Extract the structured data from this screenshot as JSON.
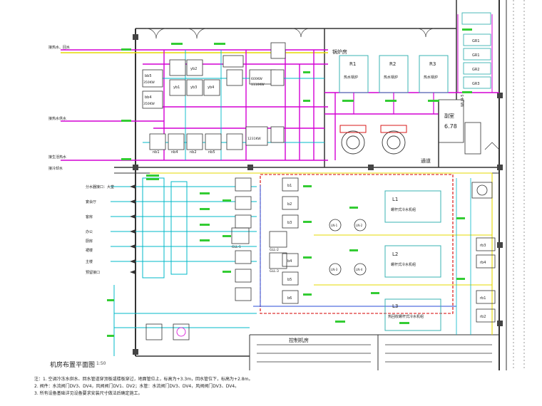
{
  "drawing": {
    "title": "机房布置平面图",
    "scale": "1:50",
    "notes": [
      "注：1. 空调冷冻水供水、回水管道穿顶板或楼板穿过，地面管位上，标高为+3.3m，回水管位下，标高为+2.8m。",
      "2. 阀件：水流阀门DV3、DV4，风阀阀门DV1、DV2；水管：水流阀门DV3、DV4，风阀阀门DV3、DV4。",
      "3. 所有设备基础详见设备要求安装尺寸做法后确定施工。"
    ]
  },
  "rooms": {
    "boiler_room": "锅炉房",
    "control_room": "控制机房",
    "side_room": "副室",
    "side_room_value": "6.78",
    "corridor": "通道"
  },
  "equipment": {
    "boilers": [
      {
        "id": "R1",
        "desc": "热水锅炉"
      },
      {
        "id": "R2",
        "desc": "热水锅炉"
      },
      {
        "id": "R3",
        "desc": "热水锅炉"
      }
    ],
    "chillers": [
      {
        "id": "L1",
        "desc": "螺杆式冷水机组"
      },
      {
        "id": "L2",
        "desc": "螺杆式冷水机组"
      },
      {
        "id": "L3",
        "desc": "热回收螺杆式冷水机组"
      }
    ],
    "pumps_b": [
      "b1",
      "b2",
      "b3",
      "b4",
      "b5",
      "b6"
    ],
    "pumps_rb": [
      "rb3",
      "rb4",
      "rb1",
      "rb2"
    ],
    "gr_units": [
      "GR1",
      "GR1",
      "GR2",
      "GR3"
    ],
    "small_units": [
      "bb5",
      "bb4",
      "yb1",
      "yb2",
      "yb3",
      "yb4",
      "nb1",
      "nb4",
      "nb2",
      "nb5"
    ],
    "power_labels": [
      "350KW",
      "350KW",
      "600KW",
      "1110KW",
      "1231KW"
    ],
    "tank_labels": [
      "GLL-1",
      "GLL-2",
      "GLL-3"
    ],
    "circle_labels": [
      "LN-1",
      "LN-2",
      "LN-3",
      "LN-4"
    ],
    "top_right_unit": "WLJ4-5"
  },
  "left_labels": [
    "接热水、回水",
    "接热水供水",
    "接生活热水",
    "接冷却水",
    "分水器接口：大堂",
    "宴会厅",
    "客房",
    "办公",
    "厨房",
    "裙楼",
    "主楼",
    "预留接口"
  ],
  "colors": {
    "wall": "#333333",
    "supply_magenta": "#d400d4",
    "chilled_cyan": "#00b8c8",
    "green_label": "#33cc33",
    "yellow_pipe": "#e6d800",
    "red_pipe": "#d40000",
    "blue_pipe": "#2a4bd7",
    "equipment_outline": "#39b3b3"
  }
}
